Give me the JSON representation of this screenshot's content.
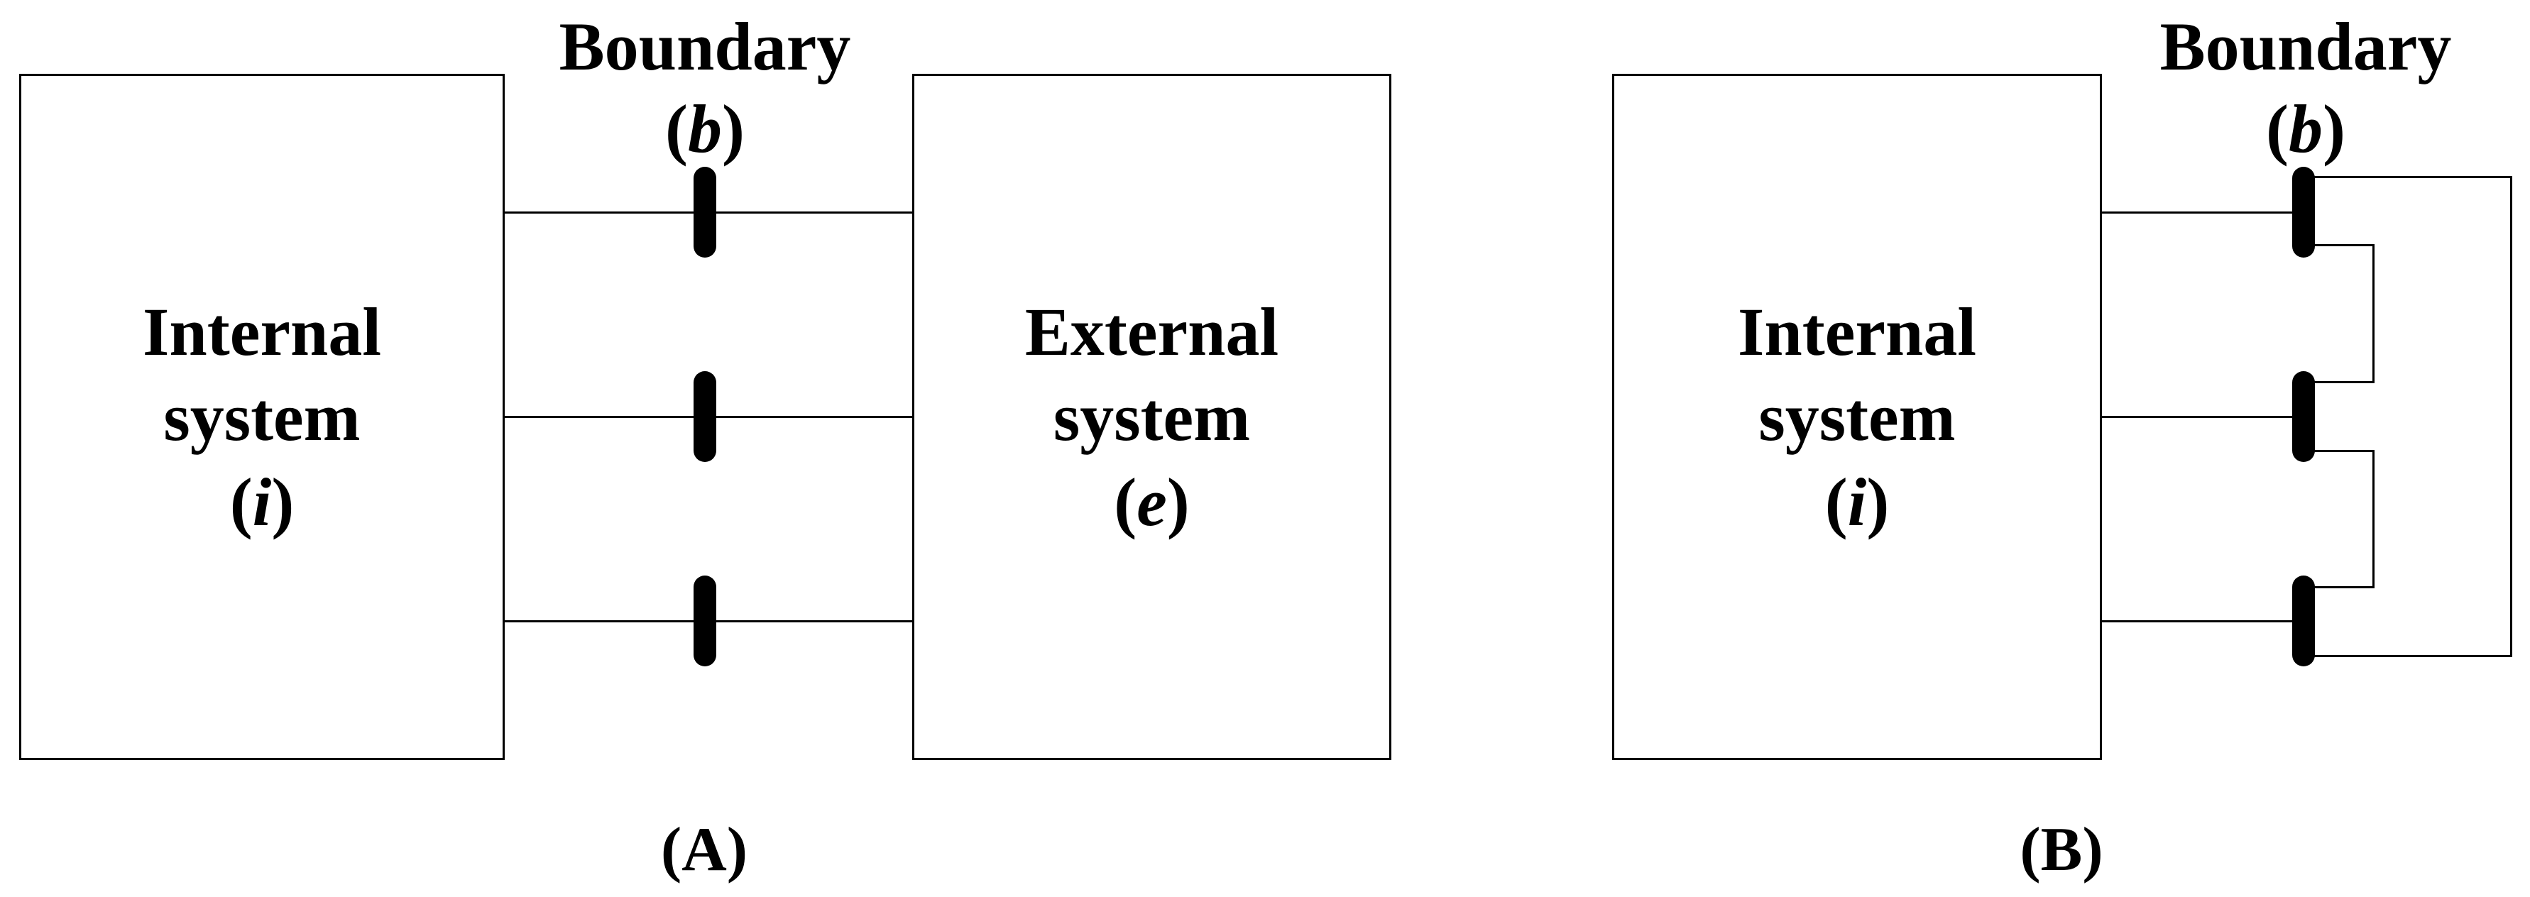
{
  "punct": {
    "open": "(",
    "close": ")"
  },
  "colors": {
    "ink": "#000000",
    "background": "#ffffff"
  },
  "panelA": {
    "caption": "(A)",
    "boundary": {
      "title": "Boundary",
      "symbol": "b"
    },
    "internal": {
      "line1": "Internal",
      "line2": "system",
      "symbol": "i"
    },
    "external": {
      "line1": "External",
      "line2": "system",
      "symbol": "e"
    },
    "connection_count": 3
  },
  "panelB": {
    "caption": "(B)",
    "boundary": {
      "title": "Boundary",
      "symbol": "b"
    },
    "internal": {
      "line1": "Internal",
      "line2": "system",
      "symbol": "i"
    },
    "connection_count": 3
  }
}
